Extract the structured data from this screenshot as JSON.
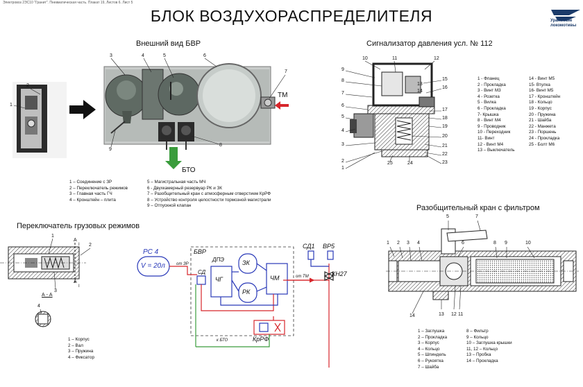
{
  "header_text": "Электровоз 2ЭС10 \"Гранит\". Пневматическая часть. Плакат 19, Листов 6. Лист 5",
  "title": "БЛОК ВОЗДУХОРАСПРЕДЕЛИТЕЛЯ",
  "logo": {
    "line1": "Уральские",
    "line2": "локомотивы"
  },
  "sections": {
    "exterior": "Внешний вид БВР",
    "signalizer": "Сигнализатор давления усл. № 112",
    "switch": "Переключатель грузовых режимов",
    "valve": "Разобщительный кран с фильтром"
  },
  "exterior": {
    "callouts": [
      "1",
      "2",
      "3",
      "4",
      "5",
      "6",
      "7",
      "8",
      "9"
    ],
    "tm": "ТМ",
    "bto": "БТО",
    "legend_left": [
      "1 – Соединение с ЗР",
      "2 – Переключатель режимов",
      "3 – Главная часть ГЧ",
      "4 – Кронштейн – плита"
    ],
    "legend_right": [
      "5 – Магистральная часть МЧ",
      "6 - Двухкамерный резервуар РК и ЗК",
      "7 – Разобщительный  кран с атмосферным отверстием КрРФ",
      "8 – Устройство контроля целостности тормозной магистрали",
      "9 – Отпускной клапан"
    ]
  },
  "signalizer": {
    "callouts": [
      "1",
      "2",
      "3",
      "4",
      "5",
      "6",
      "7",
      "8",
      "9",
      "10",
      "11",
      "12",
      "13",
      "14",
      "15",
      "16",
      "17",
      "18",
      "19",
      "20",
      "21",
      "22",
      "23",
      "24",
      "25"
    ],
    "legend_left": [
      "1 - Фланец",
      "2 - Прокладка",
      "3 - Винт М3",
      "4 - Розетка",
      "5 - Вилка",
      "6 - Прокладка",
      "7- Крышка",
      "8 - Винт М4",
      "9 - Проводник",
      "10 - Переходник",
      "11- Винт",
      "12 - Винт М4",
      "13 – Выключатель"
    ],
    "legend_right": [
      "14 - Винт М5",
      "15- Втулка",
      "16- Винт М5",
      "17 - Кронштейн",
      "18 - Кольцо",
      "19 - Корпус",
      "20 - Пружина",
      "21 - Шайба",
      "22 - Манжета",
      "23 - Поршень",
      "24 - Прокладка",
      "25 - Болт М6"
    ]
  },
  "switch": {
    "callouts": [
      "1",
      "2",
      "3",
      "4"
    ],
    "section_a_top": "А",
    "section_a_bottom": "А",
    "section_index": "I",
    "section_label": "А - А",
    "legend": [
      "1 – Корпус",
      "2 – Вал",
      "3 – Пружина",
      "4 – Фиксатор"
    ]
  },
  "scheme": {
    "pc4": "РС 4",
    "volume": "V = 20л",
    "bvr": "БВР",
    "ot_zr": "от ЗР",
    "sd": "СД",
    "dpe": "ДПЭ",
    "chg": "ЧГ",
    "zk": "ЗК",
    "rk": "РК",
    "chm": "ЧМ",
    "ot_tm": "от ТМ",
    "sd1": "СД1",
    "vr5": "ВР5",
    "kn27": "КН27",
    "k_bto": "к БТО",
    "krrf": "КрРФ"
  },
  "valve": {
    "callouts": [
      "1",
      "2",
      "3",
      "4",
      "5",
      "6",
      "7",
      "8",
      "9",
      "10",
      "11",
      "12",
      "13",
      "14"
    ],
    "legend_left": [
      "1 – Заглушка",
      "2 – Прокладка",
      "3 – Корпус",
      "4 – Кольцо",
      "5 – Шпиндель",
      "6 – Рукоятка",
      "7 – Шайба"
    ],
    "legend_right": [
      "8 – Фильтр",
      "9 – Кольцо",
      "10 – Заглушка крышки",
      "11, 12 – Кольцо",
      "13 – Пробка",
      "14 – Прокладка"
    ]
  },
  "colors": {
    "red": "#d7262b",
    "green": "#3a9c3c",
    "blue": "#2838b8",
    "steel": "#6f7b73",
    "dark": "#222"
  }
}
